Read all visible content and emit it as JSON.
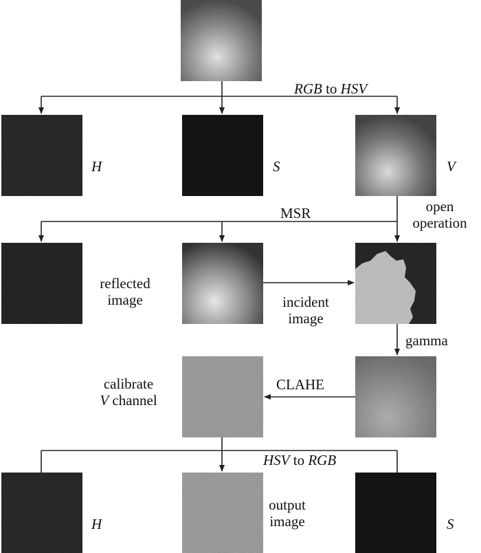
{
  "labels": {
    "rgb_to_hsv": {
      "a": "RGB",
      "mid": " to ",
      "b": "HSV"
    },
    "h": "H",
    "s": "S",
    "v": "V",
    "msr": "MSR",
    "open_operation_1": "open",
    "open_operation_2": "operation",
    "reflected_1": "reflected",
    "reflected_2": "image",
    "incident_1": "incident",
    "incident_2": "image",
    "gamma": "gamma",
    "clahe": "CLAHE",
    "calibrate_1": "calibrate",
    "calibrate_2v": "V",
    "calibrate_2": " channel",
    "hsv_to_rgb": {
      "a": "HSV",
      "mid": " to ",
      "b": "RGB"
    },
    "output_1": "output",
    "output_2": "image",
    "h2": "H",
    "s2": "S"
  },
  "colors": {
    "line": "#222222",
    "dark": "#141414"
  }
}
